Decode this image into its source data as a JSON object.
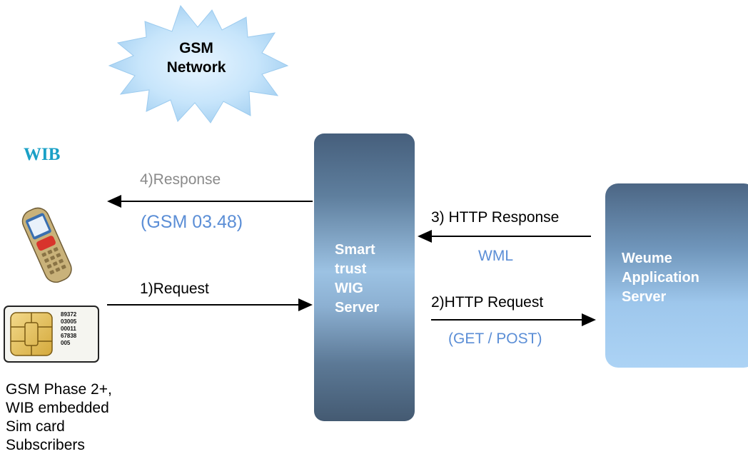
{
  "cloud": {
    "line1": "GSM",
    "line2": "Network"
  },
  "wib_title": "WIB",
  "server": {
    "lines": [
      "Smart",
      "trust",
      "WIG",
      "Server"
    ]
  },
  "app_server": {
    "lines": [
      "Weume",
      "Application",
      "Server"
    ]
  },
  "arrows": {
    "response_label": "4)Response",
    "response_protocol": "(GSM 03.48)",
    "request_label": "1)Request",
    "http_response_label": "3) HTTP Response",
    "http_response_format": "WML",
    "http_request_label": "2)HTTP Request",
    "http_request_method": "(GET / POST)"
  },
  "subscribers": {
    "lines": [
      "GSM Phase 2+,",
      "WIB embedded",
      "Sim card",
      "Subscribers"
    ]
  },
  "sim_card": {
    "digits": [
      "89372",
      "03005",
      "00011",
      "67838",
      "005"
    ]
  },
  "colors": {
    "wib_title": "#1aa0c6",
    "blue_label": "#5b8ed6",
    "gray_label": "#8a8a8a",
    "cloud": "#a9d3f2"
  }
}
